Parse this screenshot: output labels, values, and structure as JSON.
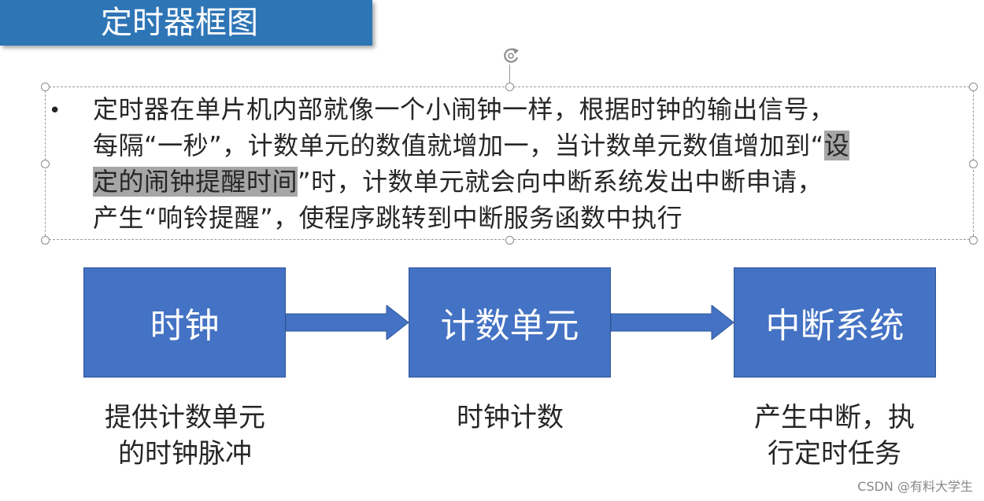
{
  "title": "定时器框图",
  "description": {
    "line1": "定时器在单片机内部就像一个小闹钟一样，根据时钟的输出信号，",
    "line2_pre": "每隔“一秒”，计数单元的数值就增加一，当计数单元数值增加到“",
    "line2_highlight": "设",
    "line3_highlight": "定的闹钟提醒时间",
    "line3_post": "”时，计数单元就会向中断系统发出中断申请，",
    "line4": "产生“响铃提醒”，使程序跳转到中断服务函数中执行"
  },
  "blocks": [
    {
      "label": "时钟",
      "caption_line1": "提供计数单元",
      "caption_line2": "的时钟脉冲"
    },
    {
      "label": "计数单元",
      "caption_line1": "时钟计数",
      "caption_line2": ""
    },
    {
      "label": "中断系统",
      "caption_line1": "产生中断，执",
      "caption_line2": "行定时任务"
    }
  ],
  "colors": {
    "title_banner": "#2e75b6",
    "block_fill": "#4472c4",
    "arrow_fill": "#4472c4",
    "highlight": "#a6a6a6"
  },
  "icons": {
    "rotate_handle": "rotate-icon",
    "bullet": "bullet-dot-icon"
  },
  "watermark": "CSDN @有料大学生"
}
